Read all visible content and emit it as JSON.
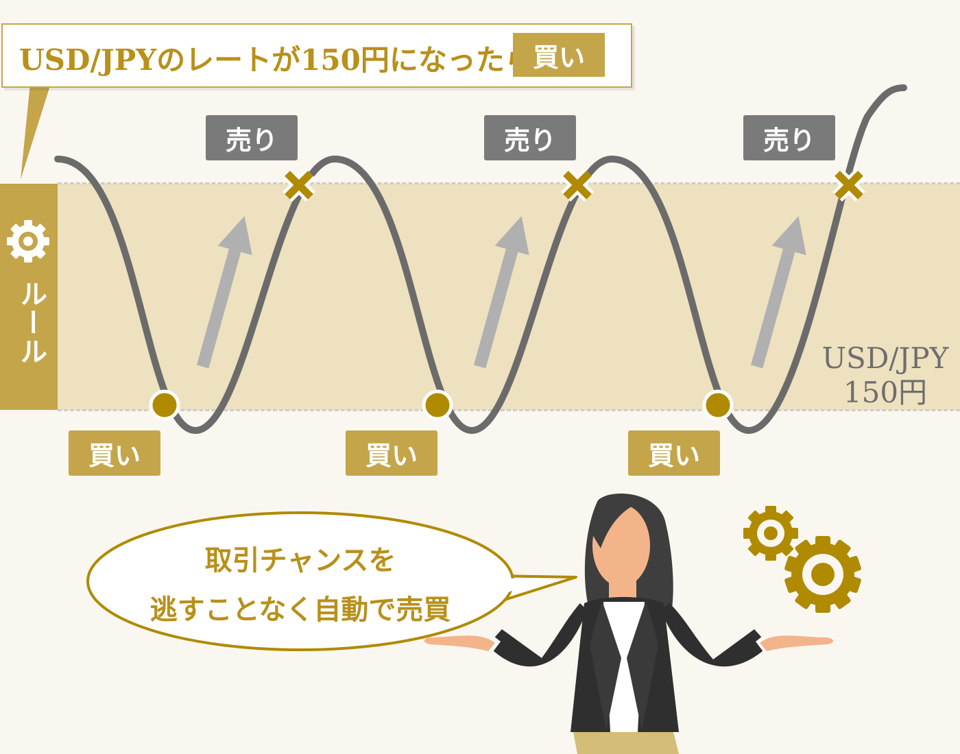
{
  "rule_box": {
    "text": "USD/JPYのレートが150円になったら",
    "tag": "買い"
  },
  "side_label": {
    "text": "ルール",
    "icon": "gear-icon"
  },
  "threshold_label": {
    "line1": "USD/JPY",
    "line2": "150円"
  },
  "sell_tags": [
    "売り",
    "売り",
    "売り"
  ],
  "buy_tags": [
    "買い",
    "買い",
    "買い"
  ],
  "speech_bubble": {
    "line1": "取引チャンスを",
    "line2": "逃すことなく自動で売買"
  },
  "colors": {
    "gold": "#c4a54a",
    "dark_gold": "#b08a00",
    "gray": "#7a7a7a",
    "curve": "#6b6b6b",
    "band": "#ede1bf",
    "arrow": "#b0b0b0",
    "background": "#faf7f0"
  }
}
